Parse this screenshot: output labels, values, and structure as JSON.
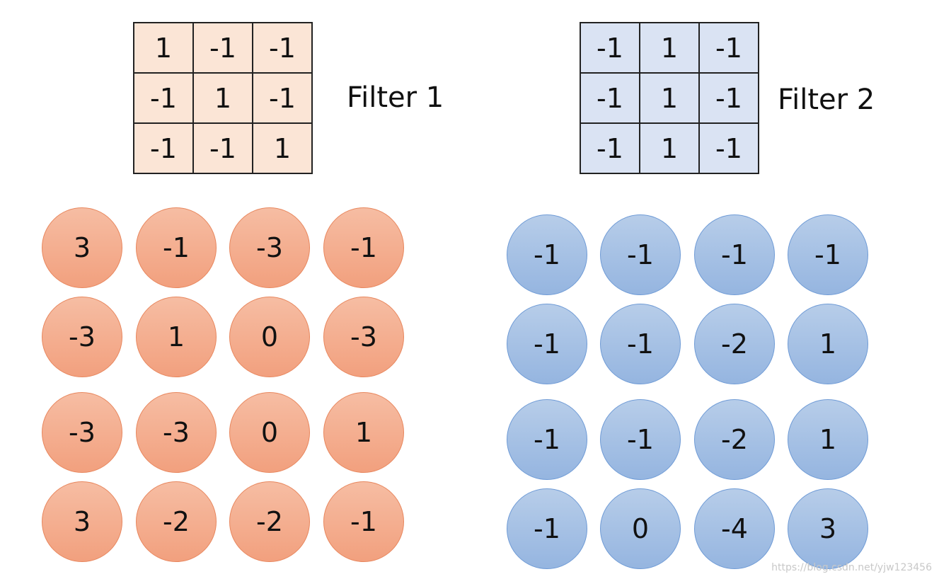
{
  "filter1": {
    "label": "Filter 1",
    "matrix": [
      [
        "1",
        "-1",
        "-1"
      ],
      [
        "-1",
        "1",
        "-1"
      ],
      [
        "-1",
        "-1",
        "1"
      ]
    ]
  },
  "filter2": {
    "label": "Filter 2",
    "matrix": [
      [
        "-1",
        "1",
        "-1"
      ],
      [
        "-1",
        "1",
        "-1"
      ],
      [
        "-1",
        "1",
        "-1"
      ]
    ]
  },
  "feature_map1": [
    [
      "3",
      "-1",
      "-3",
      "-1"
    ],
    [
      "-3",
      "1",
      "0",
      "-3"
    ],
    [
      "-3",
      "-3",
      "0",
      "1"
    ],
    [
      "3",
      "-2",
      "-2",
      "-1"
    ]
  ],
  "feature_map2": [
    [
      "-1",
      "-1",
      "-1",
      "-1"
    ],
    [
      "-1",
      "-1",
      "-2",
      "1"
    ],
    [
      "-1",
      "-1",
      "-2",
      "1"
    ],
    [
      "-1",
      "0",
      "-4",
      "3"
    ]
  ],
  "colors": {
    "orange_cell": "#fbe5d6",
    "blue_cell": "#dae3f3",
    "orange_circle": "#f4ad8c",
    "blue_circle": "#a5c0e4"
  },
  "watermark": "https://blog.csdn.net/yjw123456"
}
